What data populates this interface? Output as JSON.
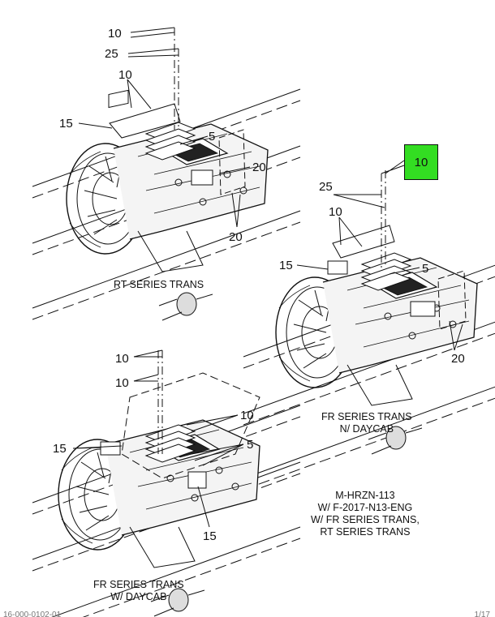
{
  "colors": {
    "highlight": "#33dd22",
    "ink": "#111111",
    "frame_fill": "#ffffff"
  },
  "views": [
    {
      "caption": [
        "RT SERIES TRANS"
      ],
      "callouts": [
        "10",
        "25",
        "10",
        "15",
        "5",
        "20",
        "20"
      ]
    },
    {
      "caption": [
        "FR SERIES TRANS",
        "N/ DAYCAB"
      ],
      "callouts": [
        "10",
        "25",
        "10",
        "15",
        "5",
        "20"
      ]
    },
    {
      "caption": [
        "FR SERIES TRANS",
        "W/ DAYCAB"
      ],
      "callouts": [
        "10",
        "10",
        "10",
        "15",
        "5",
        "15"
      ]
    }
  ],
  "notes": [
    "M-HRZN-113",
    "W/ F-2017-N13-ENG",
    "W/ FR SERIES TRANS,",
    "RT SERIES TRANS"
  ],
  "highlight_callout": "10",
  "footer": {
    "left": "16-000-0102-01",
    "right": "1/17"
  }
}
